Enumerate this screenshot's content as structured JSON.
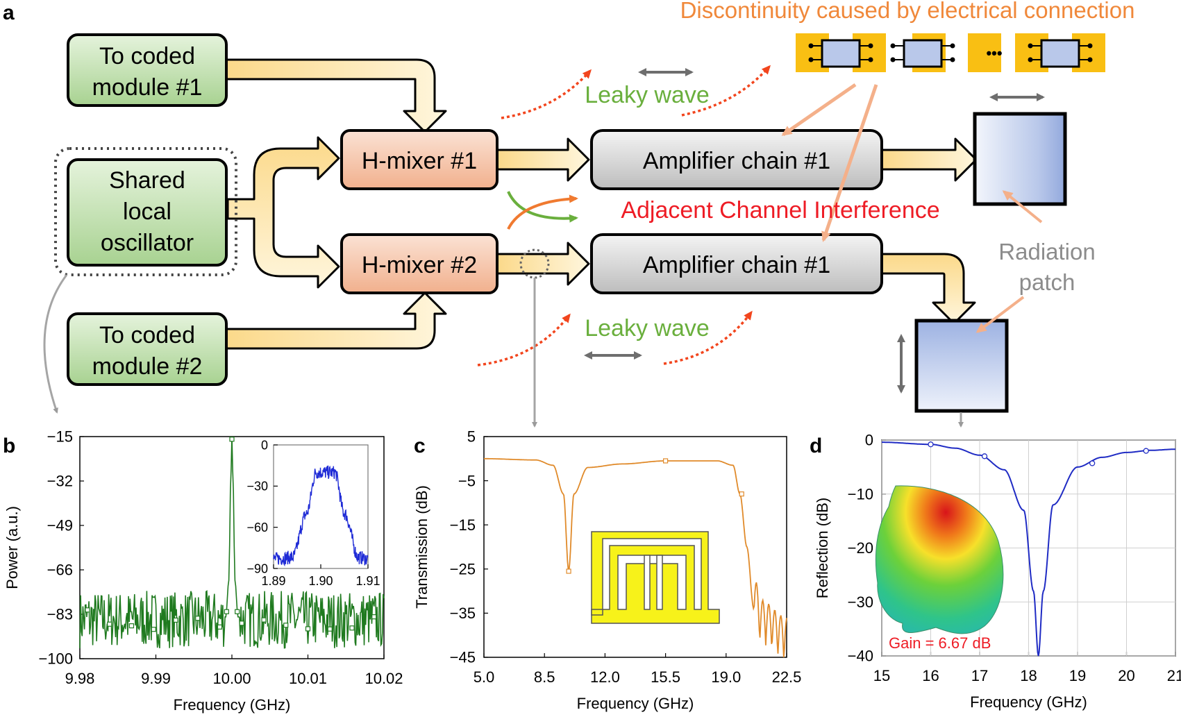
{
  "panel_labels": {
    "a": "a",
    "b": "b",
    "c": "c",
    "d": "d"
  },
  "diagram": {
    "blocks": {
      "coded1": [
        "To coded",
        "module #1"
      ],
      "oscillator": [
        "Shared",
        "local",
        "oscillator"
      ],
      "coded2": [
        "To coded",
        "module #2"
      ],
      "mixer1": "H-mixer #1",
      "mixer2": "H-mixer #2",
      "amp1": "Amplifier chain #1",
      "amp2": "Amplifier chain #1"
    },
    "labels": {
      "discontinuity": "Discontinuity caused by electrical connection",
      "ellipsis": "•••",
      "leaky_top": "Leaky wave",
      "leaky_bottom": "Leaky wave",
      "aci": "Adjacent Channel Interference",
      "radiation": [
        "Radiation",
        "patch"
      ]
    },
    "colors": {
      "green_block": "#cfe8c2",
      "mixer_block": "#f6c7ad",
      "amp_block": "#d9d9d9",
      "patch": "#a9bde6",
      "arrow_fill": "#fde7a8",
      "discontinuity_text": "#f0883a",
      "leaky_text": "#6aaf3d",
      "aci_text": "#ee1c25",
      "leaky_arrow": "#f2451d",
      "radiation_text": "#8c8c8c",
      "chip_bg": "#f9bf13"
    }
  },
  "chart_data": [
    {
      "id": "b",
      "type": "line",
      "xlabel": "Frequency (GHz)",
      "ylabel": "Power (a.u.)",
      "xlim": [
        9.98,
        10.02
      ],
      "ylim": [
        -100,
        -15
      ],
      "xticks": [
        "9.98",
        "9.99",
        "10.00",
        "10.01",
        "10.02"
      ],
      "yticks": [
        "-15",
        "-32",
        "-49",
        "-66",
        "-83",
        "-100"
      ],
      "color": "#1f7a1f",
      "series": [
        {
          "x": [
            9.98,
            9.9992,
            9.9996,
            9.99985,
            10.0,
            10.00015,
            10.0004,
            10.0008,
            10.02
          ],
          "y": [
            -85,
            -84,
            -70,
            -32,
            -15,
            -32,
            -70,
            -84,
            -85
          ]
        }
      ],
      "noise_floor": -85,
      "inset": {
        "xlim": [
          1.89,
          1.91
        ],
        "ylim": [
          -90,
          0
        ],
        "xticks": [
          "1.89",
          "1.90",
          "1.91"
        ],
        "yticks": [
          "0",
          "-30",
          "-60",
          "-90"
        ],
        "color": "#1f2bd6",
        "x": [
          1.89,
          1.894,
          1.897,
          1.899,
          1.903,
          1.905,
          1.908,
          1.91
        ],
        "y": [
          -83,
          -82,
          -50,
          -20,
          -20,
          -50,
          -82,
          -83
        ]
      }
    },
    {
      "id": "c",
      "type": "line",
      "xlabel": "Frequency (GHz)",
      "ylabel": "Transmission (dB)",
      "xlim": [
        5.0,
        22.5
      ],
      "ylim": [
        -45,
        5
      ],
      "xticks": [
        "5.0",
        "8.5",
        "12.0",
        "15.5",
        "19.0",
        "22.5"
      ],
      "yticks": [
        "5",
        "-5",
        "-15",
        "-25",
        "-35",
        "-45"
      ],
      "color": "#e08a2a",
      "series": [
        {
          "x": [
            5.0,
            8.0,
            9.0,
            9.6,
            9.9,
            10.2,
            11.0,
            13.0,
            15.5,
            18.5,
            19.4,
            19.8,
            20.2,
            20.6,
            21.0,
            22.5
          ],
          "y": [
            0,
            -0.3,
            -1.5,
            -8,
            -25.5,
            -8,
            -2,
            -1.2,
            -0.5,
            -0.5,
            -1.5,
            -8,
            -20,
            -34,
            -40,
            -44
          ]
        }
      ]
    },
    {
      "id": "d",
      "type": "line",
      "xlabel": "Frequency (GHz)",
      "ylabel": "Reflection (dB)",
      "xlim": [
        15,
        21
      ],
      "ylim": [
        -40,
        0
      ],
      "xticks": [
        "15",
        "16",
        "17",
        "18",
        "19",
        "20",
        "21"
      ],
      "yticks": [
        "0",
        "-10",
        "-20",
        "-30",
        "-40"
      ],
      "color": "#1f2bc4",
      "series": [
        {
          "x": [
            15,
            16,
            16.5,
            17,
            17.5,
            17.9,
            18.1,
            18.2,
            18.3,
            18.5,
            19,
            19.5,
            20,
            20.5,
            21
          ],
          "y": [
            -0.4,
            -0.8,
            -1.5,
            -2.8,
            -5.5,
            -13,
            -28,
            -40,
            -28,
            -12,
            -5,
            -3.2,
            -2.3,
            -1.9,
            -1.7
          ]
        }
      ],
      "annotation": "Gain = 6.67 dB",
      "annotation_color": "#ee1c25"
    }
  ]
}
